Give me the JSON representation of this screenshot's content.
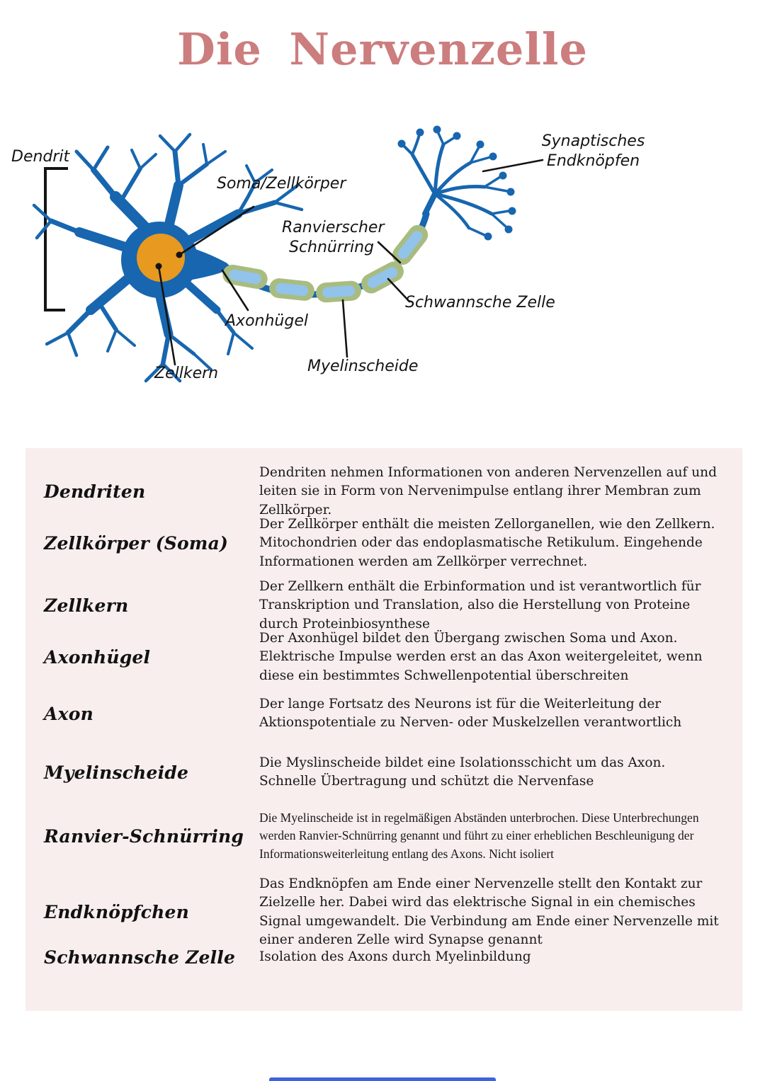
{
  "page": {
    "title": "Die Nervenzelle"
  },
  "colors": {
    "title": "#cc7d7e",
    "panel_bg": "#f8eeee",
    "neuron_blue": "#1766af",
    "nucleus_orange": "#e8991f",
    "myelin_green": "#a9bc80",
    "myelin_blue": "#92c3ea",
    "ink": "#141414",
    "progress_bar": "#3e63dd"
  },
  "diagram": {
    "labels": {
      "dendrit": "Dendrit",
      "soma": "Soma/Zellkörper",
      "ranvier_line1": "Ranvierscher",
      "ranvier_line2": "Schnürring",
      "synaptisches_line1": "Synaptisches",
      "synaptisches_line2": "Endknöpfen",
      "schwannsche": "Schwannsche Zelle",
      "axonhuegel": "Axonhügel",
      "myelinscheide": "Myelinscheide",
      "zellkern": "Zellkern"
    }
  },
  "glossary": {
    "rows": [
      {
        "term": "Dendriten",
        "definition": "Dendriten nehmen Informationen von anderen Nervenzellen auf und leiten sie in Form von Nervenimpulse entlang ihrer Membran zum Zellkörper."
      },
      {
        "term": "Zellkörper (Soma)",
        "definition": "Der Zellkörper enthält die meisten Zellorganellen, wie den Zellkern. Mitochondrien oder das endoplasmatische Retikulum. Eingehende Informationen werden am Zellkörper verrechnet."
      },
      {
        "term": "Zellkern",
        "definition": "Der Zellkern enthält die Erbinformation und ist verantwortlich für Transkription und Translation, also die Herstellung von Proteine durch Proteinbiosynthese"
      },
      {
        "term": "Axonhügel",
        "definition": "Der Axonhügel bildet den Übergang zwischen Soma und Axon. Elektrische Impulse werden erst an das Axon weitergeleitet, wenn diese ein bestimmtes Schwellenpotential überschreiten"
      },
      {
        "term": "Axon",
        "definition": "Der lange Fortsatz des Neurons ist für die Weiterleitung der Aktionspotentiale zu Nerven- oder Muskelzellen verantwortlich"
      },
      {
        "term": "Myelinscheide",
        "definition": "Die Myslinscheide bildet eine Isolationsschicht um das Axon. Schnelle Übertragung und schützt die Nervenfase"
      },
      {
        "term": "Ranvier-Schnürring",
        "definition": "Die Myelinscheide ist in regelmäßigen Abständen unterbrochen. Diese Unterbrechungen werden Ranvier-Schnürring genannt und führt zu einer erheblichen Beschleunigung der Informationsweiterleitung entlang des Axons. Nicht isoliert"
      },
      {
        "term": "Endknöpfchen",
        "definition": "Das Endknöpfen am Ende einer Nervenzelle stellt den Kontakt zur Zielzelle her. Dabei wird das elektrische Signal in ein chemisches Signal umgewandelt. Die Verbindung am Ende einer Nervenzelle mit einer anderen Zelle wird Synapse genannt"
      },
      {
        "term": "Schwannsche Zelle",
        "definition": "Isolation des Axons durch Myelinbildung"
      }
    ]
  }
}
